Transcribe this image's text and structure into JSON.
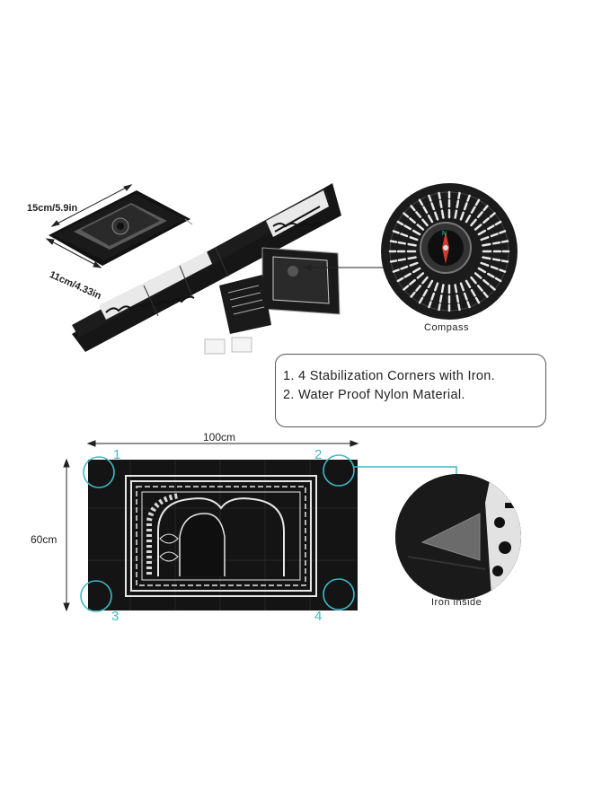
{
  "top": {
    "pouch_height_label": "15cm/5.9in",
    "pouch_width_label": "11cm/4.33in",
    "compass_caption": "Compass"
  },
  "features": {
    "items": [
      "1. 4 Stabilization Corners with Iron.",
      "2. Water Proof Nylon Material."
    ]
  },
  "mat": {
    "width_label": "100cm",
    "height_label": "60cm",
    "corner_numbers": [
      "1",
      "2",
      "3",
      "4"
    ],
    "iron_caption": "Iron inside"
  },
  "colors": {
    "accent": "#3fb9c6",
    "mat": "#141414",
    "pattern": "#e6e6e6"
  }
}
